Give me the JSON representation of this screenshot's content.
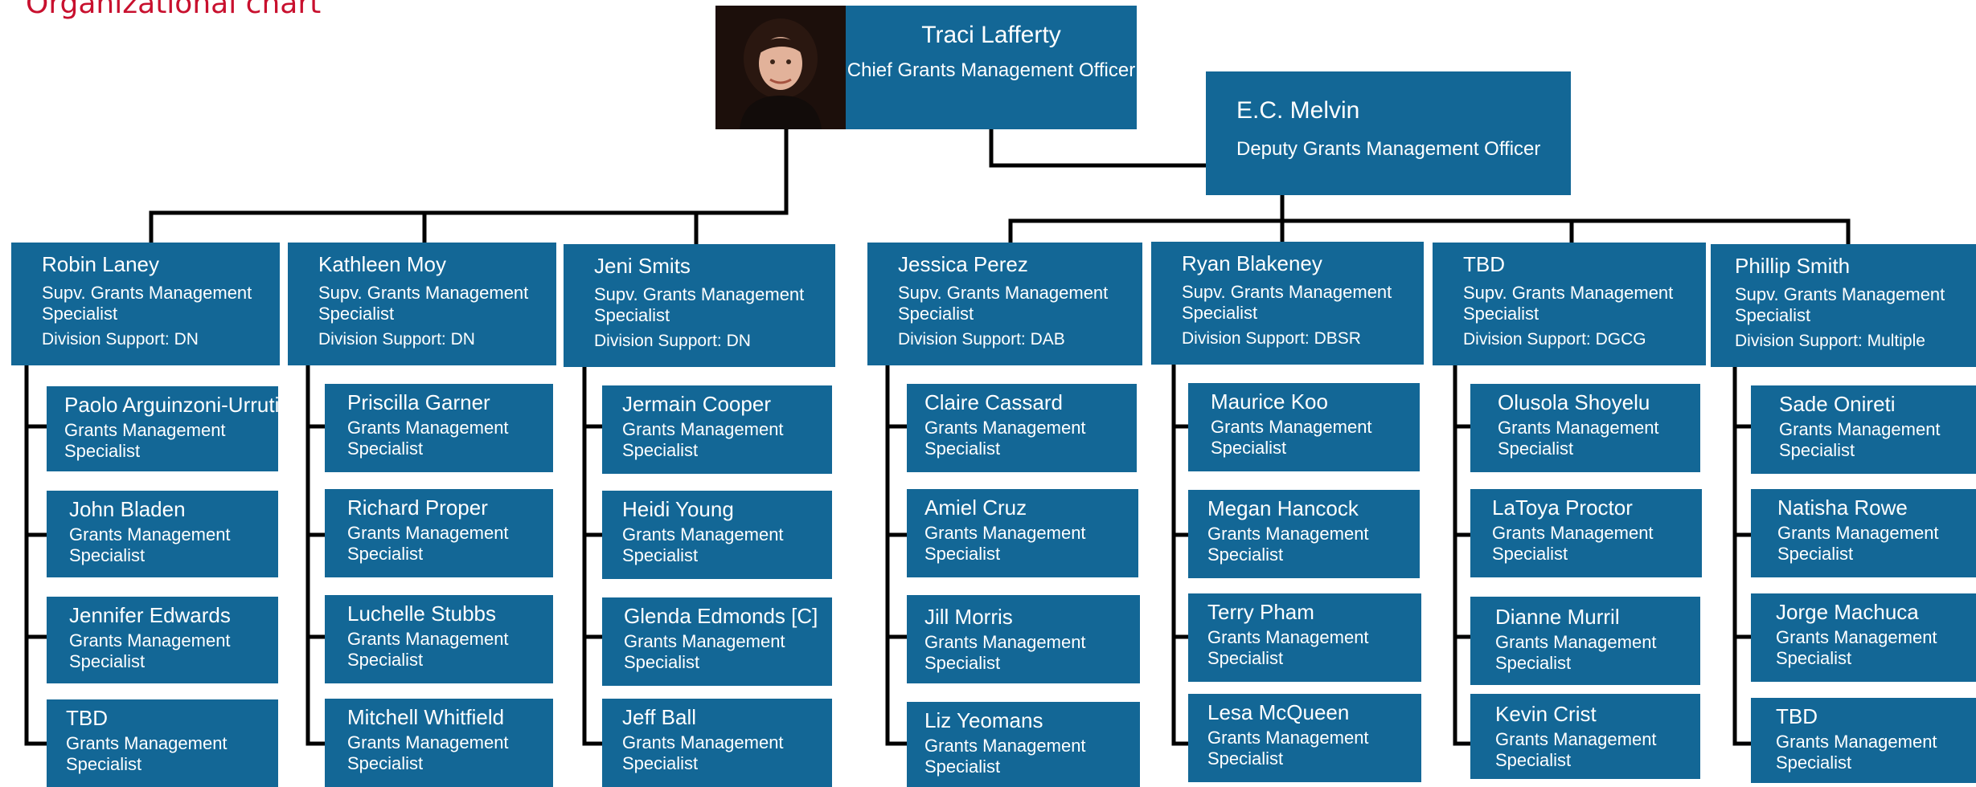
{
  "page": {
    "title": "Organizational chart"
  },
  "colors": {
    "box": "#136796",
    "title": "#c8102e",
    "line": "#000000"
  },
  "chief": {
    "name": "Traci Lafferty",
    "role": "Chief Grants Management Officer"
  },
  "deputy": {
    "name": "E.C. Melvin",
    "role": "Deputy Grants Management Officer"
  },
  "columns": [
    {
      "name": "Robin Laney",
      "role": "Supv. Grants Management Specialist",
      "division": "Division Support: DN",
      "staff": [
        {
          "name": "Paolo Arguinzoni-Urrutia",
          "role": "Grants Management Specialist"
        },
        {
          "name": "John Bladen",
          "role": "Grants Management Specialist"
        },
        {
          "name": "Jennifer Edwards",
          "role": "Grants Management Specialist"
        },
        {
          "name": "TBD",
          "role": "Grants Management Specialist"
        }
      ]
    },
    {
      "name": "Kathleen Moy",
      "role": "Supv. Grants Management Specialist",
      "division": "Division Support: DN",
      "staff": [
        {
          "name": "Priscilla Garner",
          "role": "Grants Management Specialist"
        },
        {
          "name": "Richard Proper",
          "role": "Grants Management Specialist"
        },
        {
          "name": "Luchelle Stubbs",
          "role": "Grants Management Specialist"
        },
        {
          "name": "Mitchell Whitfield",
          "role": "Grants Management Specialist"
        }
      ]
    },
    {
      "name": "Jeni Smits",
      "role": "Supv. Grants Management Specialist",
      "division": "Division Support: DN",
      "staff": [
        {
          "name": "Jermain Cooper",
          "role": "Grants Management Specialist"
        },
        {
          "name": "Heidi Young",
          "role": "Grants Management Specialist"
        },
        {
          "name": "Glenda Edmonds [C]",
          "role": "Grants Management Specialist"
        },
        {
          "name": "Jeff Ball",
          "role": "Grants Management Specialist"
        }
      ]
    },
    {
      "name": "Jessica Perez",
      "role": "Supv. Grants Management Specialist",
      "division": "Division Support: DAB",
      "staff": [
        {
          "name": "Claire Cassard",
          "role": "Grants Management Specialist"
        },
        {
          "name": "Amiel Cruz",
          "role": "Grants Management Specialist"
        },
        {
          "name": "Jill Morris",
          "role": "Grants Management Specialist"
        },
        {
          "name": "Liz Yeomans",
          "role": "Grants Management Specialist"
        }
      ]
    },
    {
      "name": "Ryan Blakeney",
      "role": "Supv. Grants Management Specialist",
      "division": "Division Support: DBSR",
      "staff": [
        {
          "name": "Maurice Koo",
          "role": "Grants Management Specialist"
        },
        {
          "name": "Megan Hancock",
          "role": "Grants Management Specialist"
        },
        {
          "name": "Terry Pham",
          "role": "Grants Management Specialist"
        },
        {
          "name": "Lesa McQueen",
          "role": "Grants Management Specialist"
        }
      ]
    },
    {
      "name": "TBD",
      "role": "Supv. Grants Management Specialist",
      "division": "Division Support: DGCG",
      "staff": [
        {
          "name": "Olusola Shoyelu",
          "role": "Grants Management Specialist"
        },
        {
          "name": "LaToya Proctor",
          "role": "Grants Management Specialist"
        },
        {
          "name": "Dianne Murril",
          "role": "Grants Management Specialist"
        },
        {
          "name": "Kevin Crist",
          "role": "Grants Management Specialist"
        }
      ]
    },
    {
      "name": "Phillip Smith",
      "role": "Supv. Grants Management Specialist",
      "division": "Division Support: Multiple",
      "staff": [
        {
          "name": "Sade Onireti",
          "role": "Grants Management Specialist"
        },
        {
          "name": "Natisha Rowe",
          "role": "Grants Management Specialist"
        },
        {
          "name": "Jorge Machuca",
          "role": "Grants Management Specialist"
        },
        {
          "name": "TBD",
          "role": "Grants Management Specialist"
        }
      ]
    }
  ]
}
